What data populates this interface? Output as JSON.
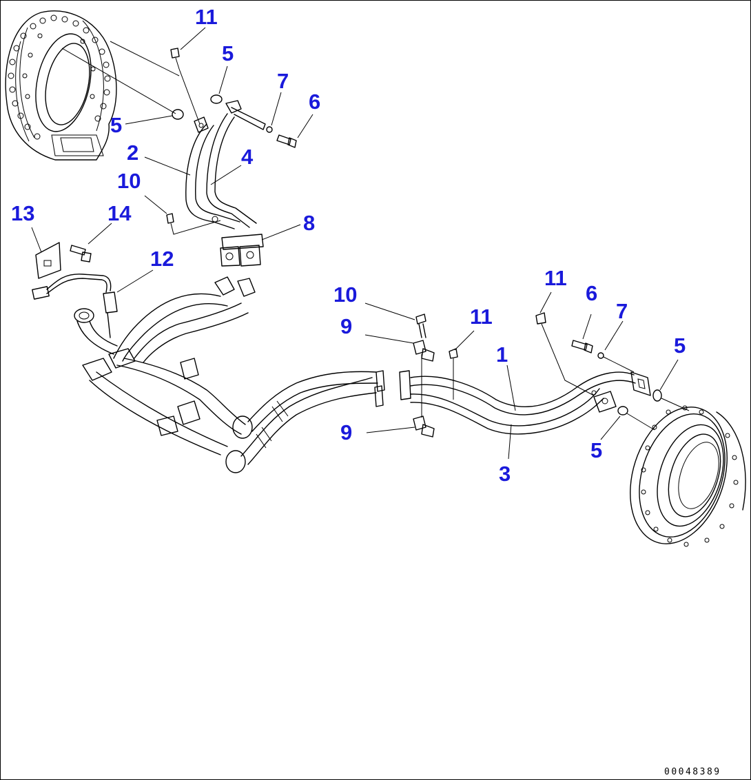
{
  "diagram": {
    "label_color": "#1a1adb",
    "line_color": "#000000",
    "callouts": [
      {
        "id": "c11a",
        "text": "11"
      },
      {
        "id": "c5a",
        "text": "5"
      },
      {
        "id": "c7a",
        "text": "7"
      },
      {
        "id": "c6a",
        "text": "6"
      },
      {
        "id": "c5b",
        "text": "5"
      },
      {
        "id": "c2",
        "text": "2"
      },
      {
        "id": "c4",
        "text": "4"
      },
      {
        "id": "c10a",
        "text": "10"
      },
      {
        "id": "c13",
        "text": "13"
      },
      {
        "id": "c14",
        "text": "14"
      },
      {
        "id": "c8",
        "text": "8"
      },
      {
        "id": "c12",
        "text": "12"
      },
      {
        "id": "c10b",
        "text": "10"
      },
      {
        "id": "c11b",
        "text": "11"
      },
      {
        "id": "c11c",
        "text": "11"
      },
      {
        "id": "c6b",
        "text": "6"
      },
      {
        "id": "c7b",
        "text": "7"
      },
      {
        "id": "c9a",
        "text": "9"
      },
      {
        "id": "c1",
        "text": "1"
      },
      {
        "id": "c5c",
        "text": "5"
      },
      {
        "id": "c9b",
        "text": "9"
      },
      {
        "id": "c3",
        "text": "3"
      },
      {
        "id": "c5d",
        "text": "5"
      }
    ],
    "document_id": "00048389"
  }
}
